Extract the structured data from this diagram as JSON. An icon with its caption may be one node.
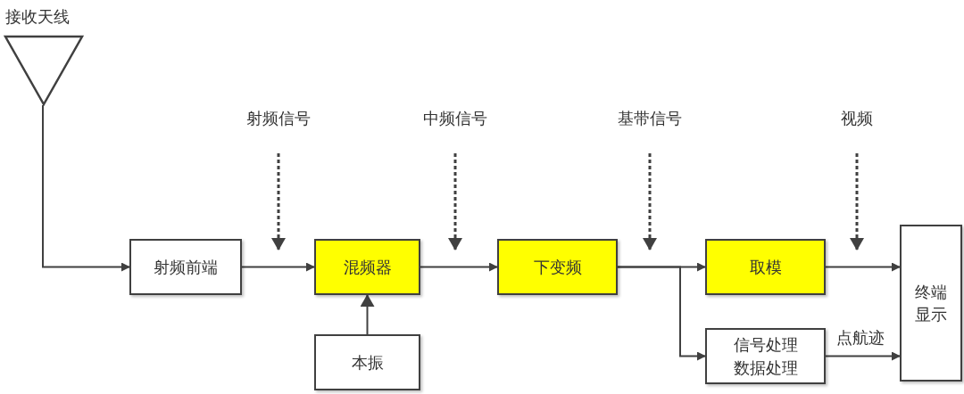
{
  "diagram": {
    "nodes": [
      {
        "text": [
          "接收天线"
        ]
      },
      {
        "text": [
          "射频前端"
        ]
      },
      {
        "text": [
          "混频器"
        ]
      },
      {
        "text": [
          "本振"
        ]
      },
      {
        "text": [
          "下变频"
        ]
      },
      {
        "text": [
          "取模"
        ]
      },
      {
        "text": [
          "信号处理",
          "数据处理"
        ]
      },
      {
        "text": [
          "终端显示"
        ]
      },
      {
        "text": [
          "射频信号"
        ]
      },
      {
        "text": [
          "中频信号"
        ]
      },
      {
        "text": [
          "基带信号"
        ]
      },
      {
        "text": [
          "视频"
        ]
      }
    ],
    "edges": [
      {
        "from": 0,
        "to": 1,
        "arrow": "to"
      },
      {
        "from": 1,
        "to": 2,
        "arrow": "to"
      },
      {
        "from": 3,
        "to": 2,
        "arrow": "to"
      },
      {
        "from": 2,
        "to": 4,
        "arrow": "to"
      },
      {
        "from": 4,
        "to": 5,
        "arrow": "to"
      },
      {
        "from": 4,
        "to": 6,
        "arrow": "to"
      },
      {
        "from": 5,
        "to": 7,
        "arrow": "to"
      },
      {
        "from": 6,
        "to": 7,
        "arrow": "to",
        "label": "点航迹"
      },
      {
        "from": 8,
        "to": null,
        "arrow": "to",
        "style": "dashed"
      },
      {
        "from": 9,
        "to": null,
        "arrow": "to",
        "style": "dashed"
      },
      {
        "from": 10,
        "to": null,
        "arrow": "to",
        "style": "dashed"
      },
      {
        "from": 11,
        "to": null,
        "arrow": "to",
        "style": "dashed"
      }
    ]
  }
}
